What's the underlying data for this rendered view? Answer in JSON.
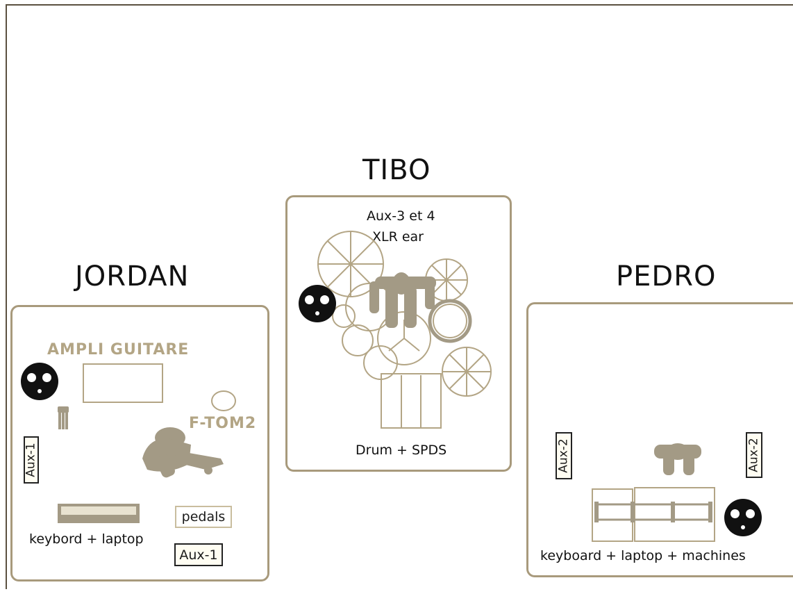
{
  "musicians": {
    "tibo": {
      "name": "TIBO",
      "aux_line1": "Aux-3 et 4",
      "aux_line2": "XLR ear",
      "instrument": "Drum + SPDS"
    },
    "jordan": {
      "name": "JORDAN",
      "amp_label": "AMPLI GUITARE",
      "floor_tom": "F-TOM2",
      "aux_side": "Aux-1",
      "pedals": "pedals",
      "keyboard": "keybord + laptop",
      "aux_bottom": "Aux-1"
    },
    "pedro": {
      "name": "PEDRO",
      "aux_left": "Aux-2",
      "aux_right": "Aux-2",
      "keyboard": "keyboard + laptop + machines"
    }
  },
  "colors": {
    "zone_border": "#a89a7c",
    "gear": "#a39a85",
    "text": "#111111"
  },
  "icons": [
    "monitor-wedge-icon",
    "drum-kit-icon",
    "musician-icon",
    "guitar-icon",
    "keyboard-icon"
  ]
}
